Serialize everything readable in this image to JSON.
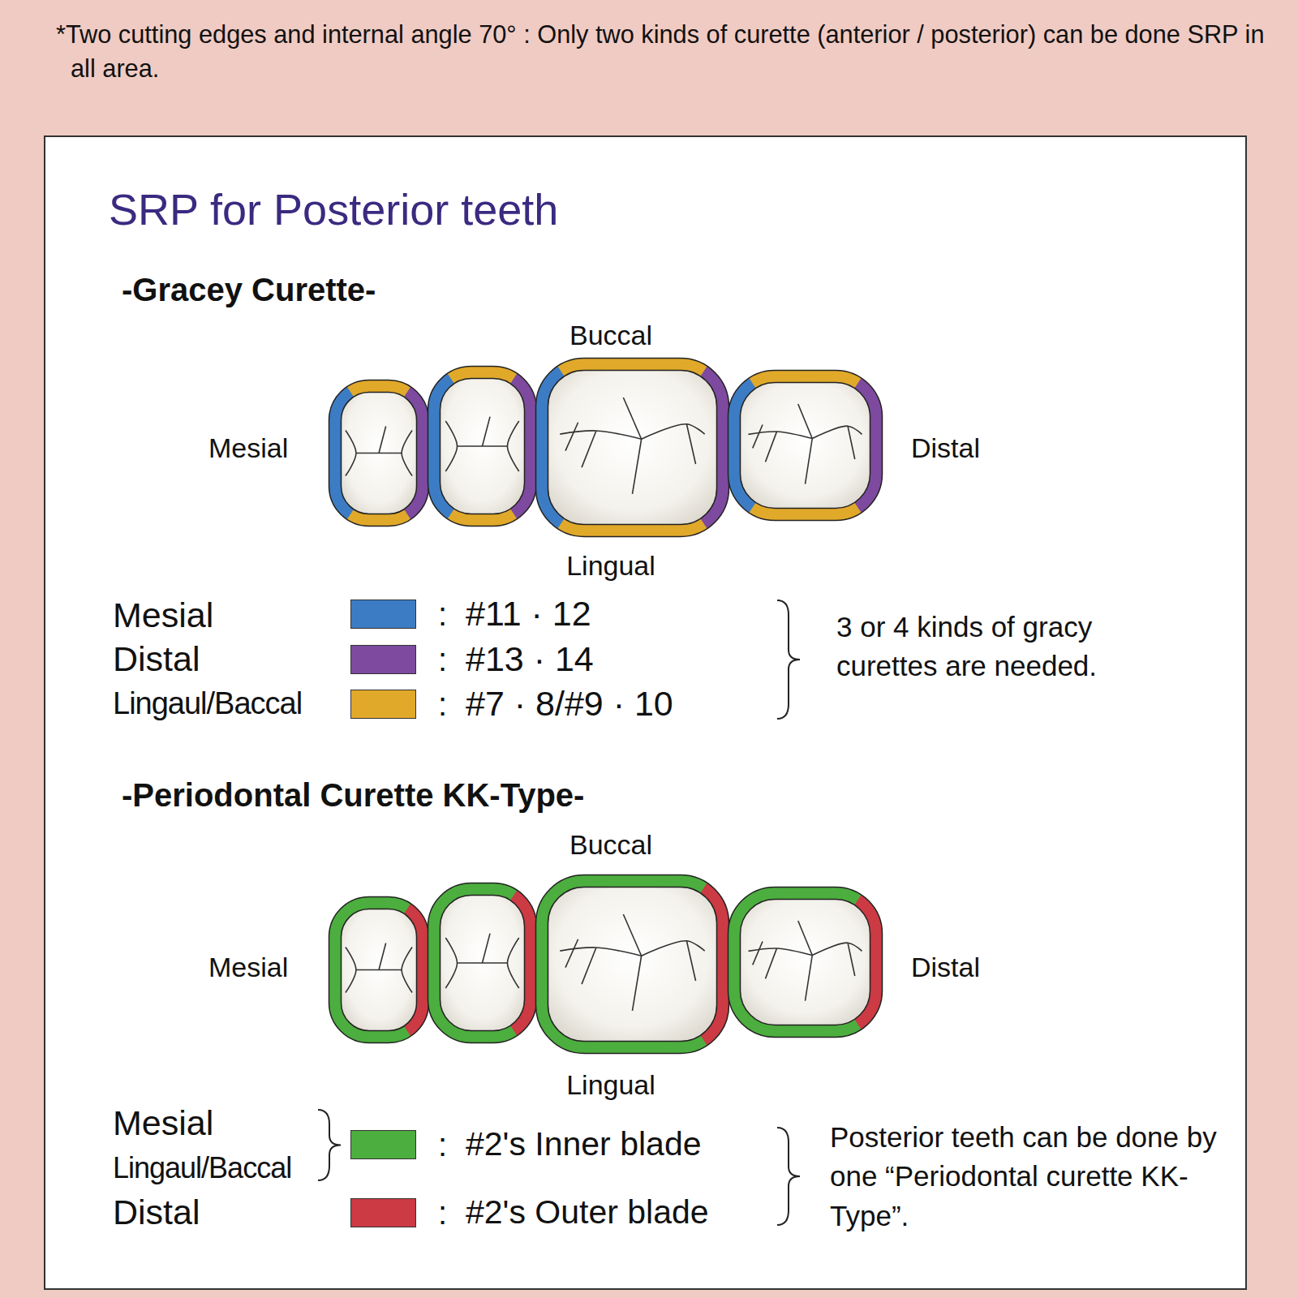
{
  "diagram": {
    "title": "SRP for Posterior teeth",
    "labels": [
      "*Two cutting edges and internal angle 70° : Only two kinds of curette (anterior / posterior) can be done SRP in all area.",
      "-Gracey Curette-",
      "Buccal",
      "Mesial",
      "Distal",
      "Lingual",
      "Mesial",
      "Distal",
      "Lingaul/Baccal",
      ":",
      ":",
      ":",
      "3 or 4 kinds of gracy curettes are needed.",
      "-Periodontal Curette KK-Type-",
      "Buccal",
      "Mesial",
      "Distal",
      "Lingual",
      "Mesial",
      "Lingaul/Baccal",
      "Distal",
      ":",
      ":",
      "Posterior teeth can be done by one “Periodontal curette KK-Type”."
    ],
    "legend": [
      {
        "text": "#11 · 12",
        "color": "#3c7cc4"
      },
      {
        "text": "#13 · 14",
        "color": "#7d4a9f"
      },
      {
        "text": "#7 · 8/#9 · 10",
        "color": "#e1a92a"
      },
      {
        "text": "#2's Inner blade",
        "color": "#4cae3e"
      },
      {
        "text": "#2's Outer blade",
        "color": "#cc3a43"
      }
    ]
  }
}
